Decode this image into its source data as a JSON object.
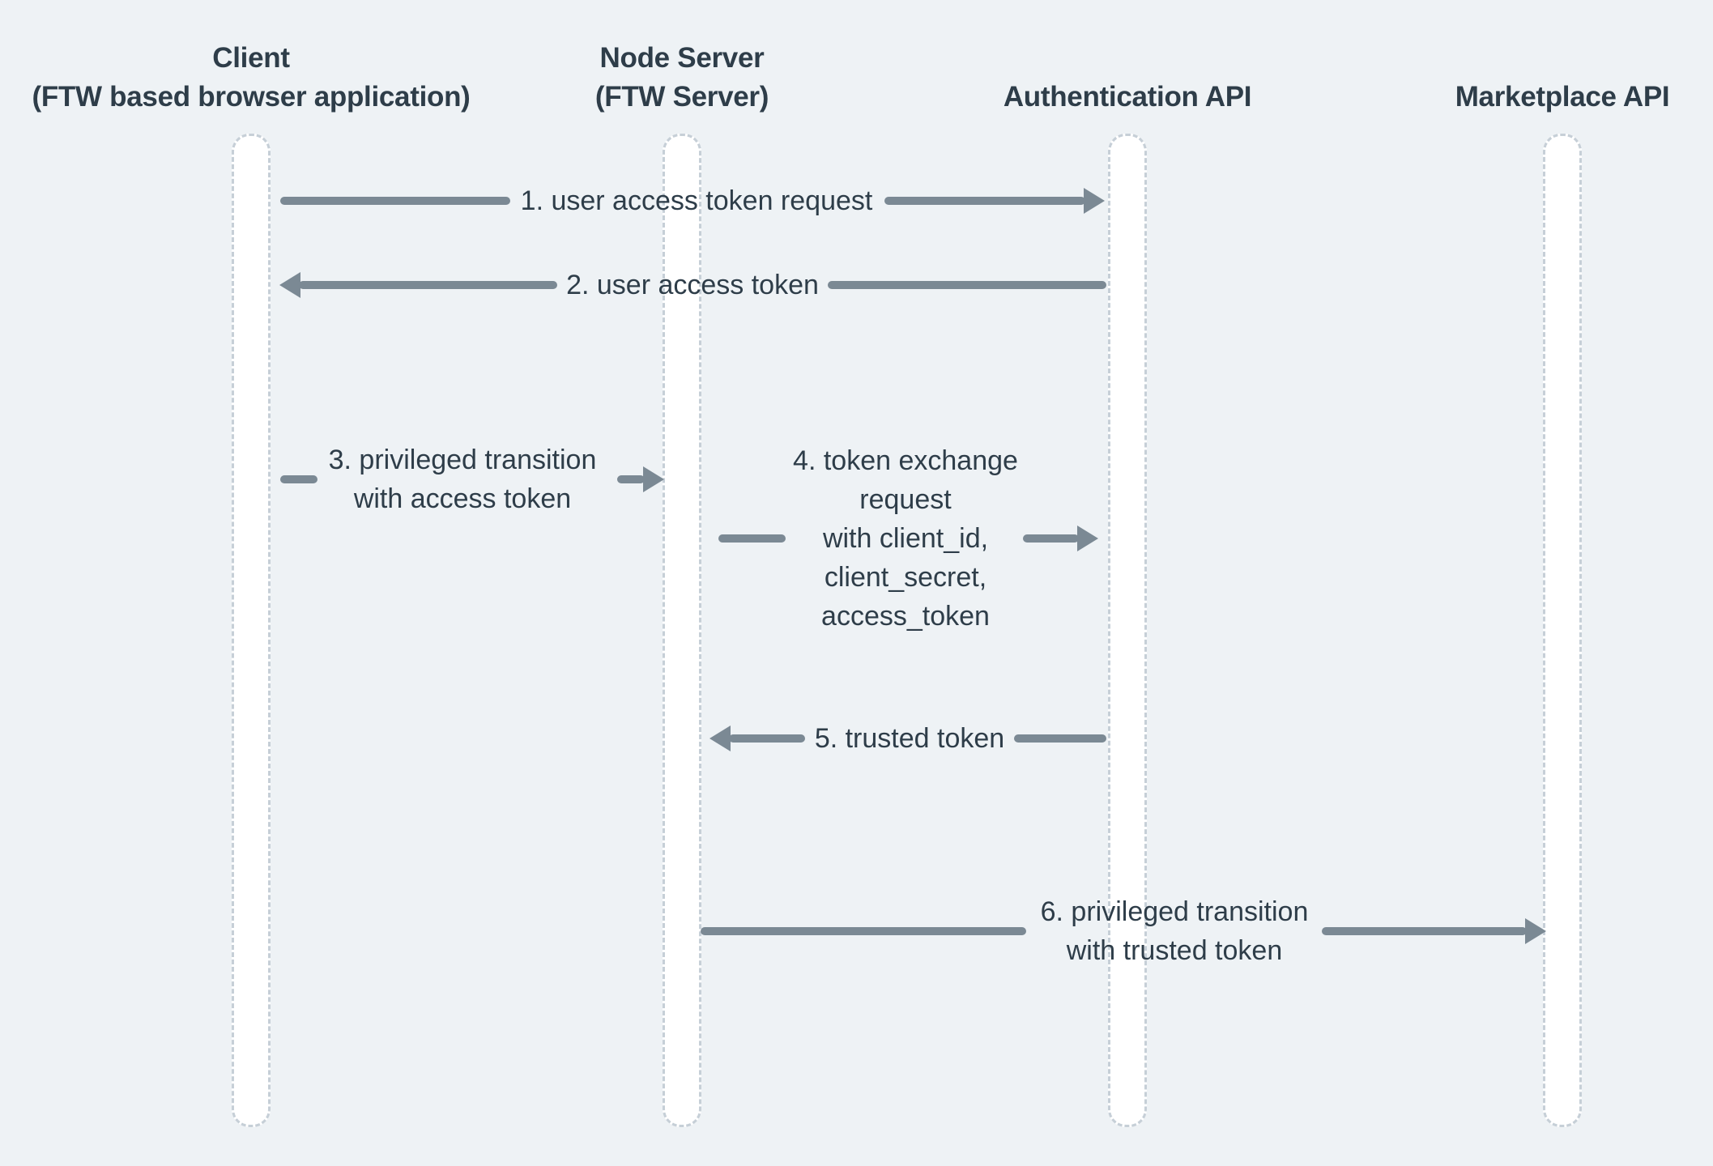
{
  "diagram": {
    "type": "sequence-diagram",
    "participants": [
      {
        "id": "client",
        "name_lines": [
          "Client",
          "(FTW based browser application)"
        ]
      },
      {
        "id": "node-server",
        "name_lines": [
          "Node Server",
          "(FTW Server)"
        ]
      },
      {
        "id": "auth-api",
        "name_lines": [
          "Authentication API"
        ]
      },
      {
        "id": "marketplace-api",
        "name_lines": [
          "Marketplace API"
        ]
      }
    ],
    "messages": [
      {
        "step": 1,
        "from": "client",
        "to": "auth-api",
        "direction": "right",
        "label_lines": [
          "1. user access token request"
        ]
      },
      {
        "step": 2,
        "from": "auth-api",
        "to": "client",
        "direction": "left",
        "label_lines": [
          "2. user access token"
        ]
      },
      {
        "step": 3,
        "from": "client",
        "to": "node-server",
        "direction": "right",
        "label_lines": [
          "3. privileged transition",
          "with access token"
        ]
      },
      {
        "step": 4,
        "from": "node-server",
        "to": "auth-api",
        "direction": "right",
        "label_lines": [
          "4. token exchange",
          "request",
          "with client_id,",
          "client_secret,",
          "access_token"
        ]
      },
      {
        "step": 5,
        "from": "auth-api",
        "to": "node-server",
        "direction": "left",
        "label_lines": [
          "5. trusted token"
        ]
      },
      {
        "step": 6,
        "from": "node-server",
        "to": "marketplace-api",
        "direction": "right",
        "label_lines": [
          "6. privileged transition",
          "with trusted token"
        ]
      }
    ],
    "colors": {
      "background": "#eef2f5",
      "text": "#2e3d49",
      "arrow": "#7b8994",
      "lifeline_border": "#c6cfd7",
      "lifeline_fill": "#ffffff"
    }
  }
}
